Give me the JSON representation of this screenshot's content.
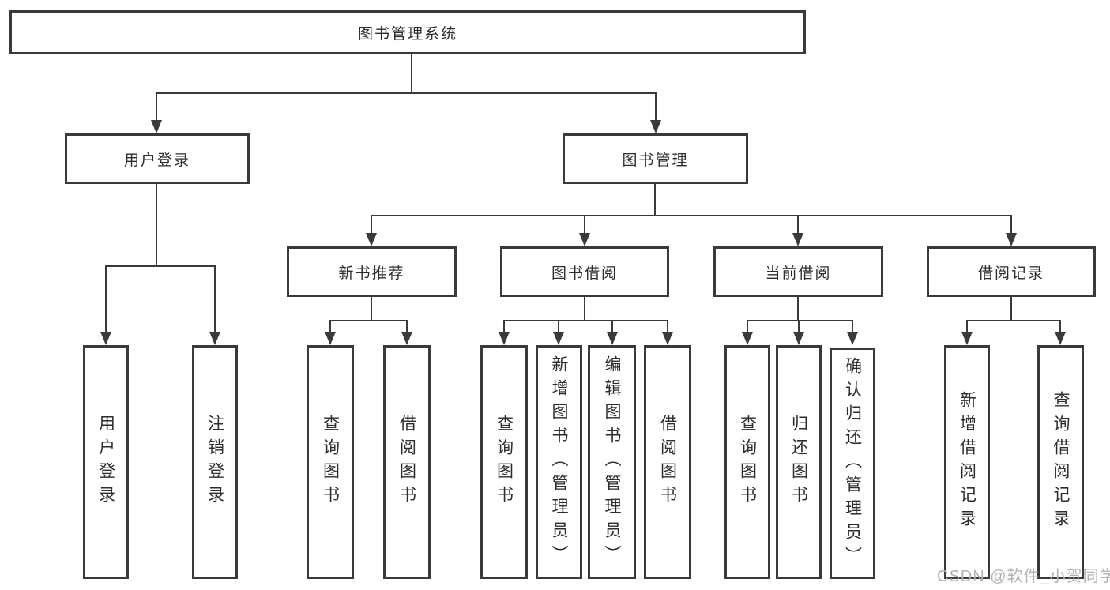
{
  "tree": {
    "root": {
      "label": "图书管理系统"
    },
    "branches": [
      {
        "label": "用户登录",
        "children": [
          {
            "label": "用户登录"
          },
          {
            "label": "注销登录"
          }
        ]
      },
      {
        "label": "图书管理",
        "children": [
          {
            "label": "新书推荐",
            "children": [
              {
                "label": "查询图书"
              },
              {
                "label": "借阅图书"
              }
            ]
          },
          {
            "label": "图书借阅",
            "children": [
              {
                "label": "查询图书"
              },
              {
                "label": "新增图书（管理员）"
              },
              {
                "label": "编辑图书（管理员）"
              },
              {
                "label": "借阅图书"
              }
            ]
          },
          {
            "label": "当前借阅",
            "children": [
              {
                "label": "查询图书"
              },
              {
                "label": "归还图书"
              },
              {
                "label": "确认归还（管理员）"
              }
            ]
          },
          {
            "label": "借阅记录",
            "children": [
              {
                "label": "新增借阅记录"
              },
              {
                "label": "查询借阅记录"
              }
            ]
          }
        ]
      }
    ]
  },
  "watermark": {
    "text": "CSDN @软件_小贺同学"
  },
  "colors": {
    "line": "#3a3a3a",
    "box_border": "#3a3a3a",
    "text": "#2d2d2d",
    "background": "#ffffff",
    "watermark": "#b3b3b3"
  }
}
